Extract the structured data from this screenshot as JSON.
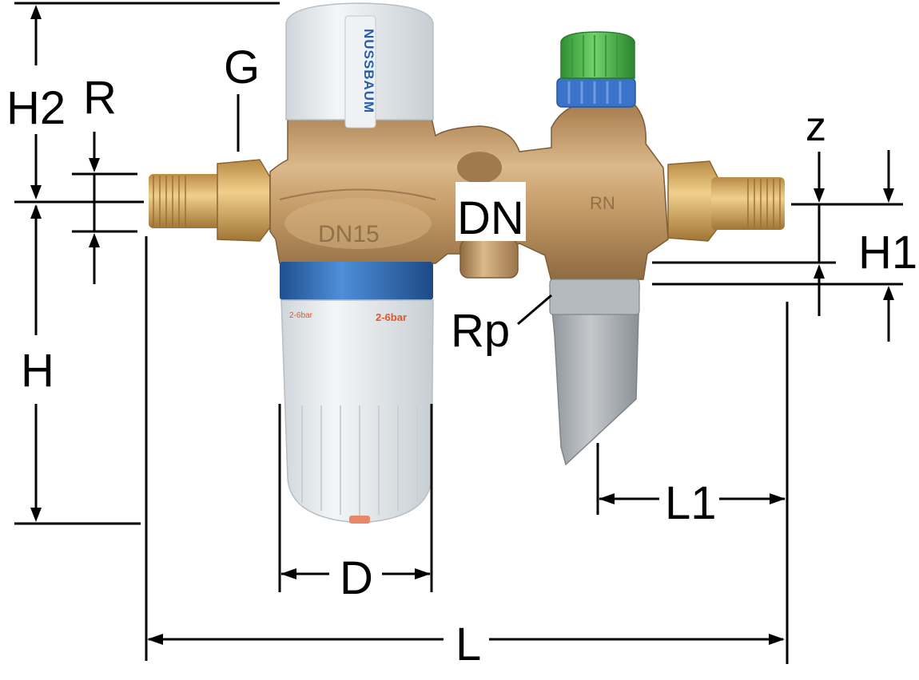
{
  "brand": "NUSSBAUM",
  "body_marking": "DN15",
  "valve_marking": "RN",
  "pressure_mark_left": "2-6bar",
  "pressure_mark_right": "2-6bar",
  "dimensions": {
    "H2": "H2",
    "R": "R",
    "G": "G",
    "H": "H",
    "DN": "DN",
    "Rp": "Rp",
    "D": "D",
    "L": "L",
    "L1": "L1",
    "z": "z",
    "H1": "H1"
  },
  "colors": {
    "brass": "#c9a071",
    "brass_dark": "#9c7548",
    "filter_bowl": "#e6ebee",
    "blue_ring": "#2f6fb5",
    "green_cap": "#4fb748",
    "blue_knob": "#3b73c8",
    "drain_hose": "#a9aeb2",
    "fitting_gold": "#d1a55c"
  }
}
